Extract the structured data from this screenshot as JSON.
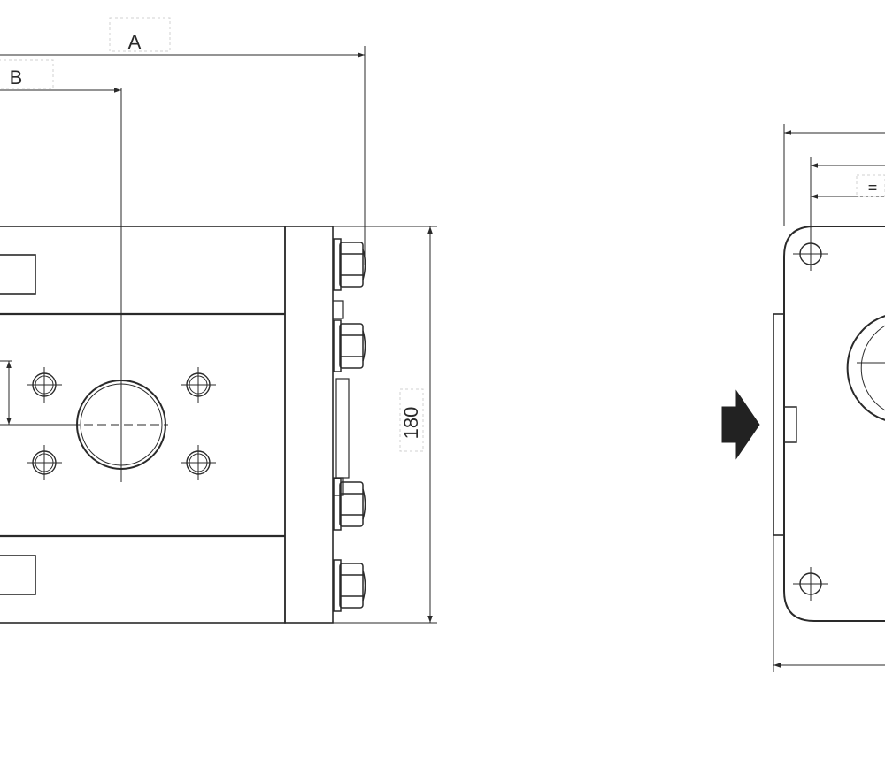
{
  "dimensions": {
    "a_label": "A",
    "b_label": "B",
    "height_value": "180",
    "equal_sign": "="
  },
  "colors": {
    "line": "#2a2a2a",
    "arrow_fill": "#222222",
    "background": "#ffffff"
  },
  "icons": {
    "flow_direction": "right-arrow-icon"
  }
}
